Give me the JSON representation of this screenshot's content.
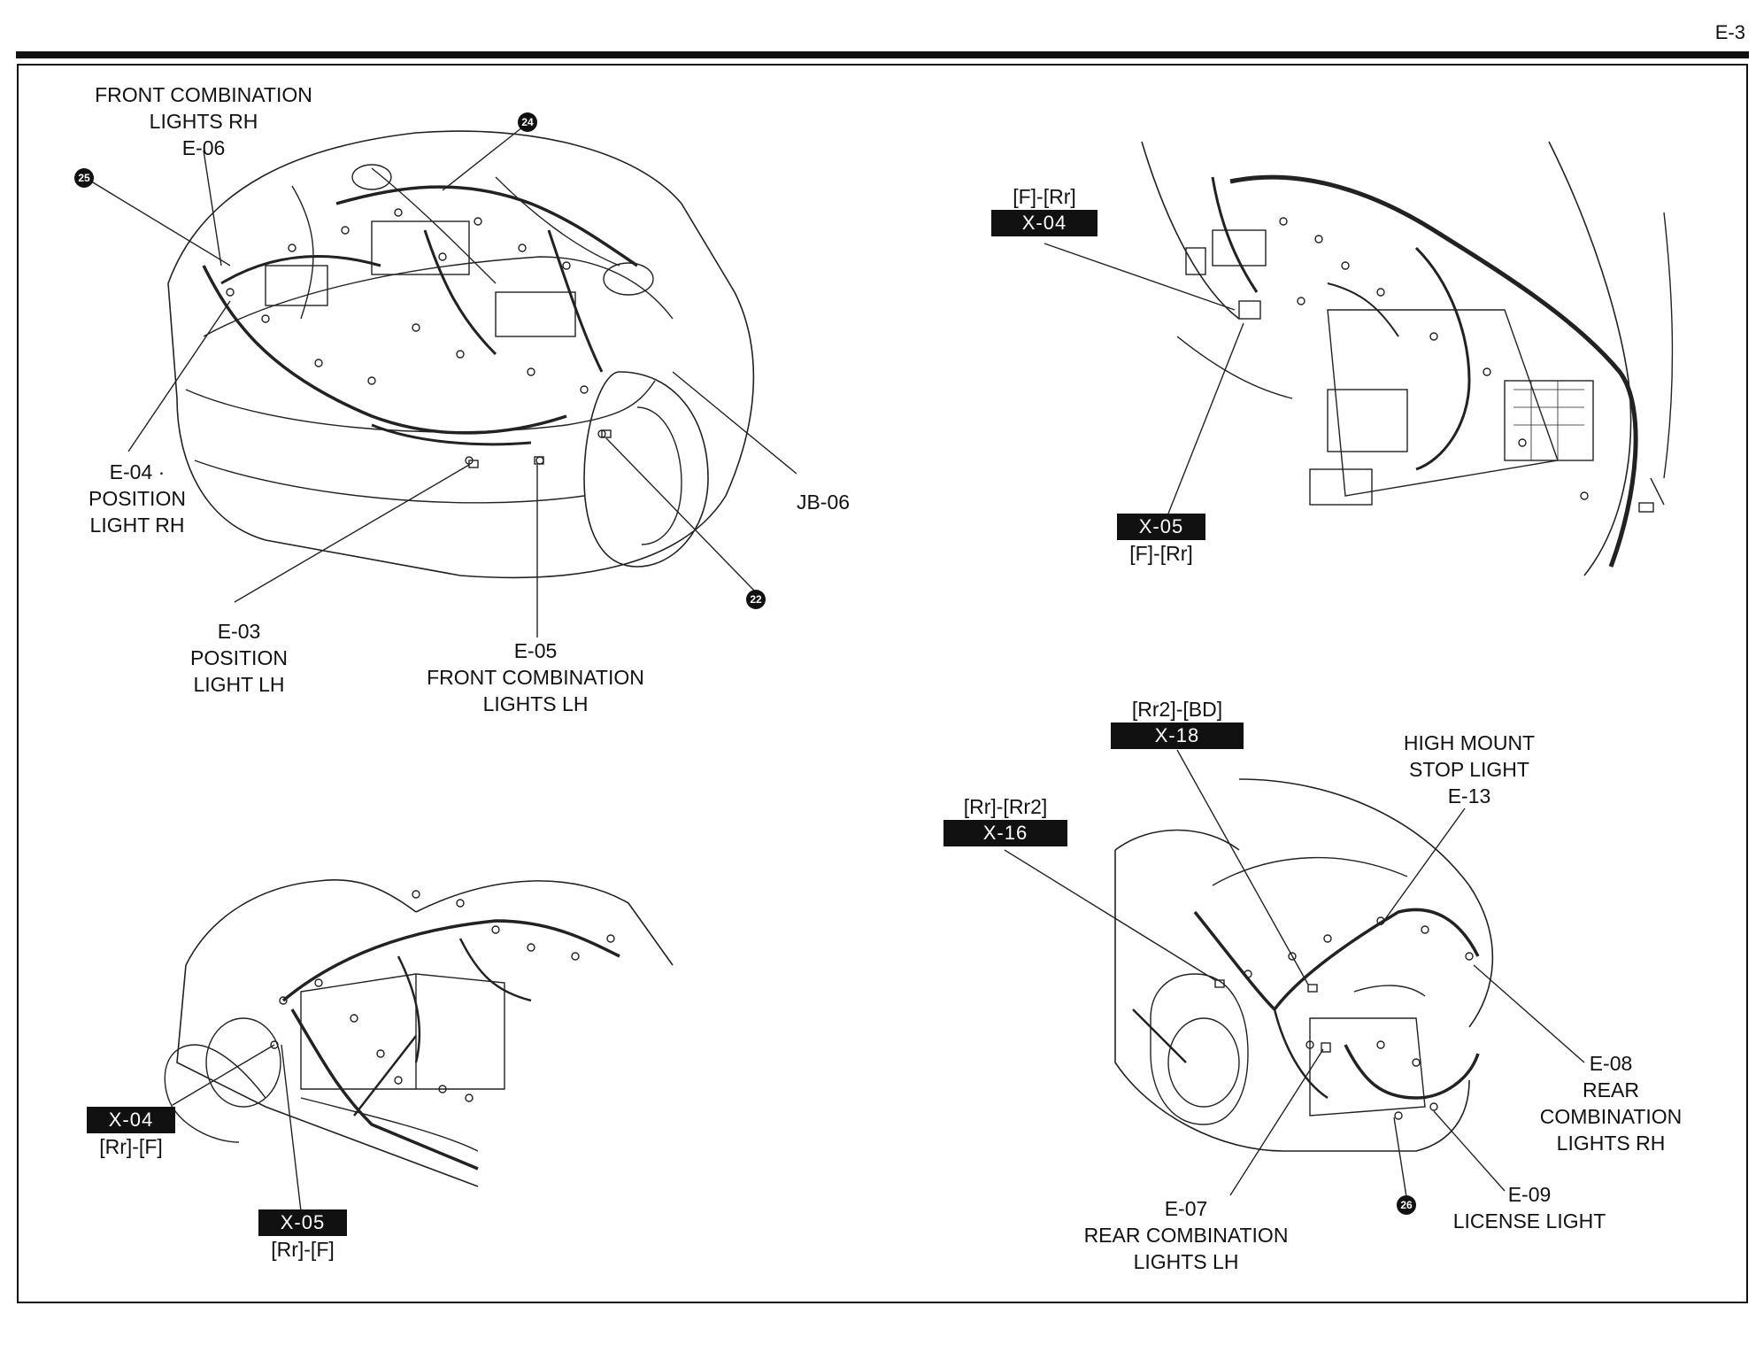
{
  "page_number": "E-3",
  "colors": {
    "ink": "#111111",
    "paper": "#ffffff",
    "code_box_bg": "#111111",
    "code_box_text": "#ffffff"
  },
  "engine_bay": {
    "front_combination_rh": {
      "line1": "FRONT COMBINATION",
      "line2": "LIGHTS RH",
      "code": "E-06"
    },
    "position_light_rh": {
      "code": "E-04 ·",
      "line1": "POSITION",
      "line2": "LIGHT RH"
    },
    "position_light_lh": {
      "code": "E-03",
      "line1": "POSITION",
      "line2": "LIGHT LH"
    },
    "front_combination_lh": {
      "code": "E-05",
      "line1": "FRONT COMBINATION",
      "line2": "LIGHTS LH"
    },
    "junction_block": "JB-06",
    "badge_25": "25",
    "badge_24": "24",
    "badge_22": "22"
  },
  "floor_connectors": {
    "x04": {
      "side": "[F]-[Rr]",
      "code": "X-04"
    },
    "x05": {
      "code": "X-05",
      "side": "[F]-[Rr]"
    }
  },
  "body_side": {
    "x04": {
      "code": "X-04",
      "side": "[Rr]-[F]"
    },
    "x05": {
      "code": "X-05",
      "side": "[Rr]-[F]"
    }
  },
  "rear": {
    "x18": {
      "side": "[Rr2]-[BD]",
      "code": "X-18"
    },
    "x16": {
      "side": "[Rr]-[Rr2]",
      "code": "X-16"
    },
    "high_mount": {
      "line1": "HIGH MOUNT",
      "line2": "STOP LIGHT",
      "code": "E-13"
    },
    "rear_combination_rh": {
      "code": "E-08",
      "line1": "REAR",
      "line2": "COMBINATION",
      "line3": "LIGHTS RH"
    },
    "license_light": {
      "code": "E-09",
      "line1": "LICENSE LIGHT"
    },
    "rear_combination_lh": {
      "code": "E-07",
      "line1": "REAR COMBINATION",
      "line2": "LIGHTS LH"
    },
    "badge_26": "26"
  }
}
